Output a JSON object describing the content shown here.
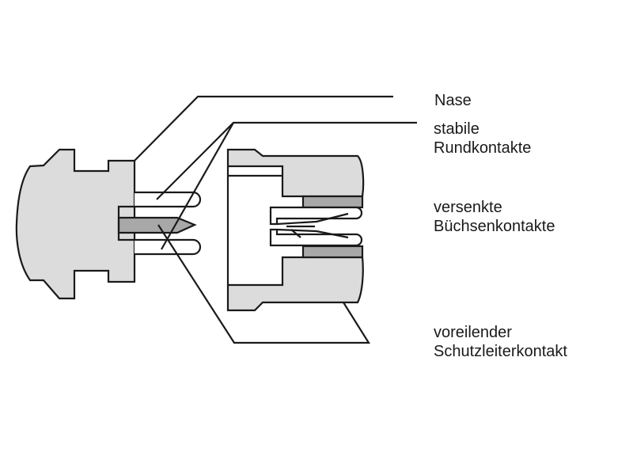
{
  "colors": {
    "fill": "#dcdcdc",
    "dark_fill": "#a8a8a8",
    "stroke": "#1a1a1a",
    "background": "#ffffff"
  },
  "labels": {
    "nase": "Nase",
    "stabile_line1": "stabile",
    "stabile_line2": "Rundkontakte",
    "versenkte_line1": "versenkte",
    "versenkte_line2": "Büchsenkontakte",
    "voreilender_line1": "voreilender",
    "voreilender_line2": "Schutzleiterkontakt"
  }
}
